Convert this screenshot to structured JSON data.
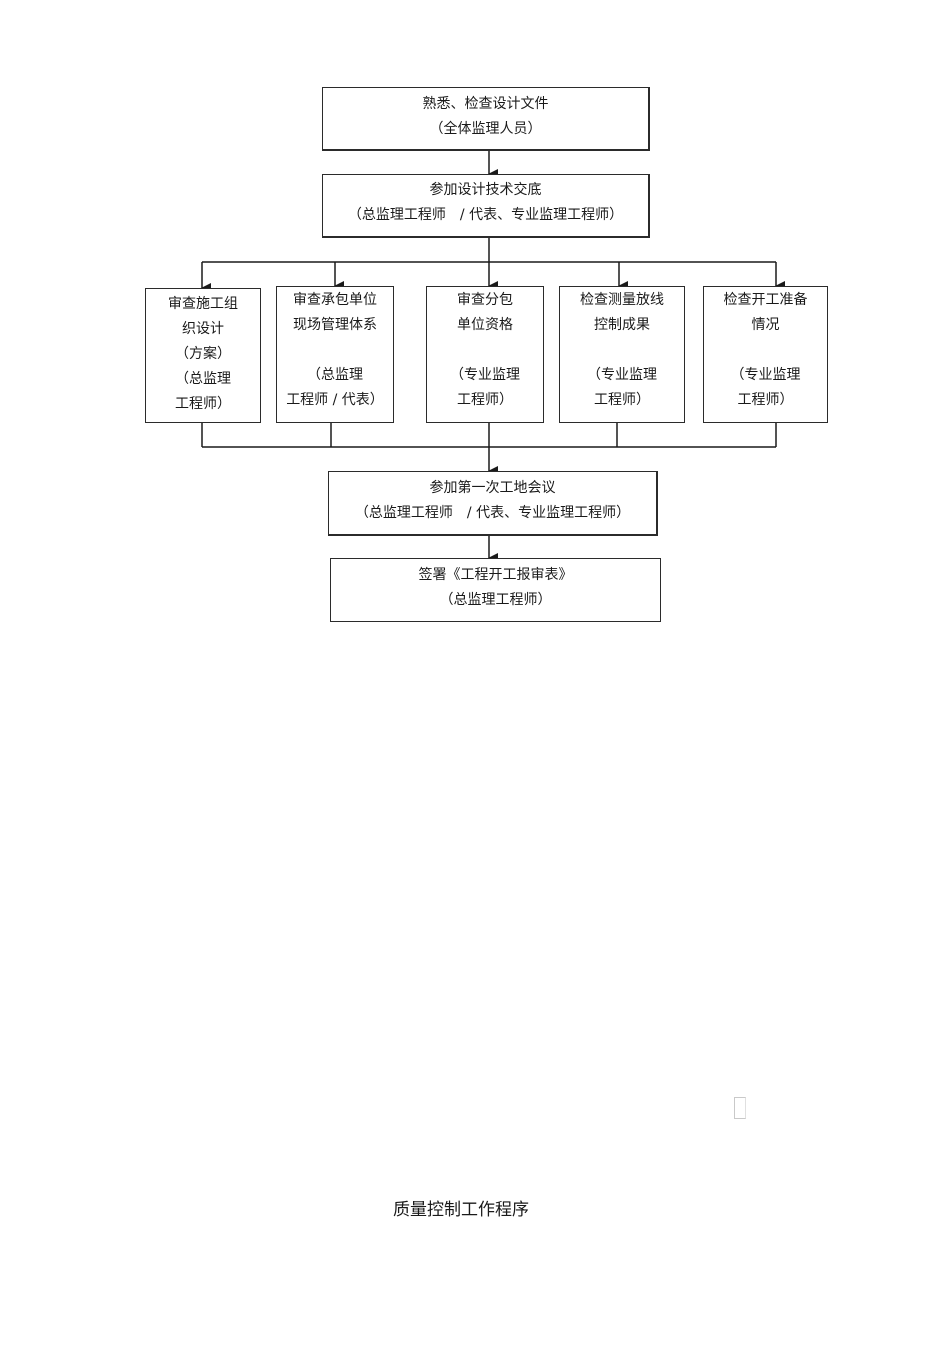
{
  "flow": {
    "step1": {
      "line1": "熟悉、检查设计文件",
      "line2": "（全体监理人员）"
    },
    "step2": {
      "line1": "参加设计技术交底",
      "line2": "（总监理工程师　/ 代表、专业监理工程师）"
    },
    "reviews": [
      {
        "line1": "审查施工组",
        "line2": "织设计",
        "line3": "（方案）",
        "line4": "（总监理",
        "line5": "工程师）"
      },
      {
        "line1": "审查承包单位",
        "line2": "现场管理体系",
        "line3": "",
        "line4": "（总监理",
        "line5": "工程师 / 代表）"
      },
      {
        "line1": "审查分包",
        "line2": "单位资格",
        "line3": "",
        "line4": "（专业监理",
        "line5": "工程师）"
      },
      {
        "line1": "检查测量放线",
        "line2": "控制成果",
        "line3": "",
        "line4": "（专业监理",
        "line5": "工程师）"
      },
      {
        "line1": "检查开工准备",
        "line2": "情况",
        "line3": "",
        "line4": "（专业监理",
        "line5": "工程师）"
      }
    ],
    "step4": {
      "line1": "参加第一次工地会议",
      "line2": "（总监理工程师　/ 代表、专业监理工程师）"
    },
    "step5": {
      "line1": "签署《工程开工报审表》",
      "line2": "（总监理工程师）"
    }
  },
  "caption": "质量控制工作程序"
}
